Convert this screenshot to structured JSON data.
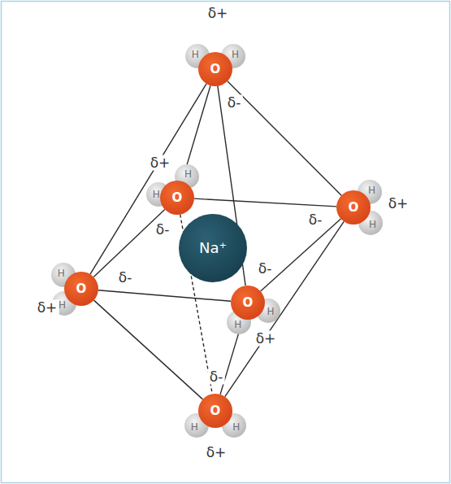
{
  "diagram": {
    "nodes": [
      {
        "text": [
          "H",
          "O",
          "H"
        ]
      },
      {
        "text": [
          "H",
          "O",
          "H"
        ]
      },
      {
        "text": [
          "H",
          "O",
          "H"
        ]
      },
      {
        "text": [
          "Na⁺"
        ]
      },
      {
        "text": [
          "H",
          "O",
          "H"
        ]
      },
      {
        "text": [
          "H",
          "O",
          "H"
        ]
      },
      {
        "text": [
          "H",
          "O",
          "H"
        ]
      }
    ],
    "edges": [
      {
        "from": 0,
        "to": 1,
        "arrow": "none"
      },
      {
        "from": 0,
        "to": 2,
        "arrow": "none"
      },
      {
        "from": 0,
        "to": 4,
        "arrow": "none"
      },
      {
        "from": 0,
        "to": 5,
        "arrow": "none"
      },
      {
        "from": 1,
        "to": 2,
        "arrow": "none"
      },
      {
        "from": 2,
        "to": 5,
        "arrow": "none"
      },
      {
        "from": 5,
        "to": 4,
        "arrow": "none"
      },
      {
        "from": 4,
        "to": 1,
        "arrow": "none"
      },
      {
        "from": 4,
        "to": 6,
        "arrow": "none"
      },
      {
        "from": 5,
        "to": 6,
        "arrow": "none"
      },
      {
        "from": 2,
        "to": 6,
        "arrow": "none"
      },
      {
        "from": 1,
        "to": 6,
        "arrow": "none"
      }
    ],
    "labels": [
      "δ+",
      "δ-",
      "δ+",
      "δ+",
      "δ-",
      "δ-",
      "δ-",
      "δ-",
      "δ+",
      "δ+",
      "δ-",
      "δ+"
    ]
  }
}
